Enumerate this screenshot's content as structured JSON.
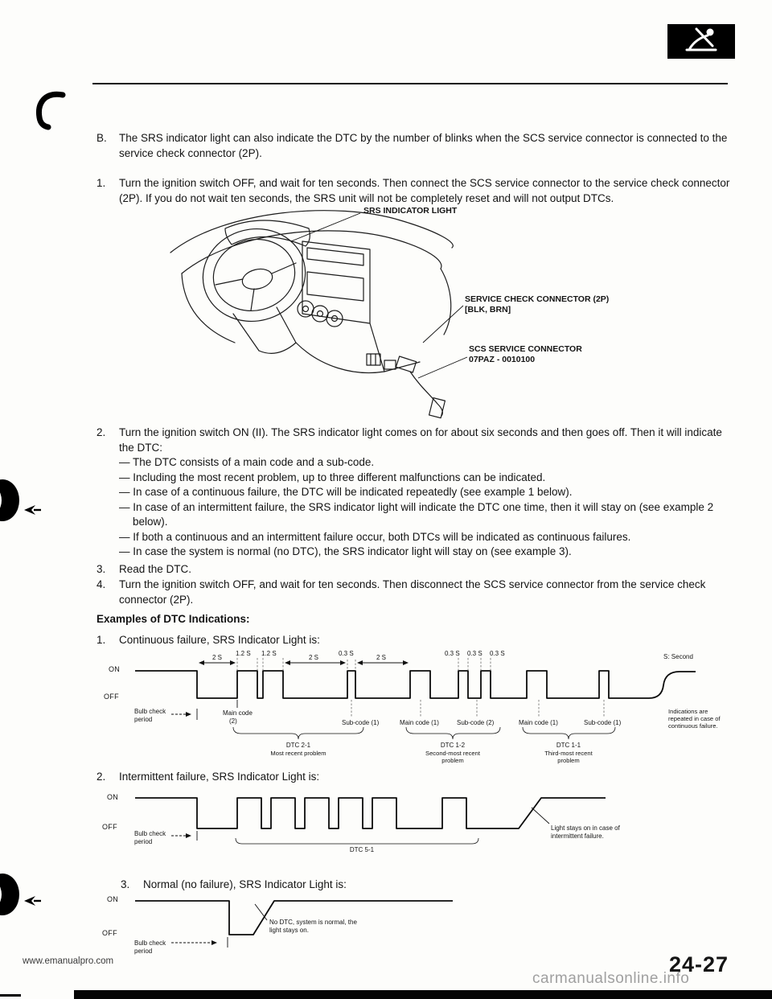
{
  "page": {
    "site": "www.emanualpro.com",
    "page_number": "24-27",
    "watermark": "carmanualsonline.info"
  },
  "intro": {
    "b_label": "B.",
    "b_text": "The SRS indicator light can also indicate the DTC by the number of blinks when the SCS service connector is connected to the service check connector (2P).",
    "step1_label": "1.",
    "step1_text": "Turn the ignition switch OFF, and wait for ten seconds. Then connect the SCS service connector to the service check connector (2P). If you do not wait ten seconds, the SRS unit will not be completely reset and will not output DTCs."
  },
  "diagram": {
    "srs_indicator": "SRS INDICATOR LIGHT",
    "service_check_1": "SERVICE CHECK CONNECTOR (2P)",
    "service_check_2": "[BLK, BRN]",
    "scs_1": "SCS SERVICE CONNECTOR",
    "scs_2": "07PAZ - 0010100"
  },
  "steps": {
    "step2_label": "2.",
    "step2_text": "Turn the ignition switch ON (II). The SRS indicator light comes on for about six seconds and then goes off. Then it will indicate the DTC:",
    "bullets": [
      "— The DTC consists of a main code and a sub-code.",
      "— Including the most recent problem, up to three different malfunctions can be indicated.",
      "— In case of a continuous failure, the DTC will be indicated repeatedly (see example 1 below).",
      "— In case of an intermittent failure, the SRS indicator light will indicate the DTC one time, then it will stay on (see example 2 below).",
      "— If both a continuous and an intermittent failure occur, both DTCs will be indicated as continuous failures.",
      "— In case the system is normal (no DTC), the SRS indicator light will stay on (see example 3)."
    ],
    "step3_label": "3.",
    "step3_text": "Read the DTC.",
    "step4_label": "4.",
    "step4_text": "Turn the ignition switch OFF, and wait for ten seconds. Then disconnect the SCS service connector from the service check connector (2P)."
  },
  "examples": {
    "heading": "Examples of DTC Indications:",
    "ex1": {
      "num": "1.",
      "title": "Continuous failure, SRS Indicator Light is:",
      "on": "ON",
      "off": "OFF",
      "t_2s": "2 S",
      "t_12s": "1.2 S",
      "t_03s": "0.3 S",
      "legend_second": "S: Second",
      "bulb_1": "Bulb check",
      "bulb_2": "period",
      "main2_1": "Main code",
      "main2_2": "(2)",
      "sub1a": "Sub-code (1)",
      "main1a": "Main code (1)",
      "sub2": "Sub-code (2)",
      "main1b": "Main code (1)",
      "sub1b": "Sub-code (1)",
      "dtc1": "DTC 2-1",
      "dtc1_desc": "Most recent problem",
      "dtc2": "DTC 1-2",
      "dtc2_desc": "Second-most recent problem",
      "dtc3": "DTC 1-1",
      "dtc3_desc": "Third-most recent problem",
      "repeat_note": "Indications are repeated in case of continuous failure."
    },
    "ex2": {
      "num": "2.",
      "title": "Intermittent failure, SRS Indicator Light is:",
      "on": "ON",
      "off": "OFF",
      "bulb_1": "Bulb check",
      "bulb_2": "period",
      "dtc": "DTC 5-1",
      "note": "Light stays on in case of intermittent failure."
    },
    "ex3": {
      "num": "3.",
      "title": "Normal (no failure), SRS Indicator Light is:",
      "on": "ON",
      "off": "OFF",
      "bulb_1": "Bulb check",
      "bulb_2": "period",
      "note": "No DTC, system is normal, the light stays on."
    }
  }
}
